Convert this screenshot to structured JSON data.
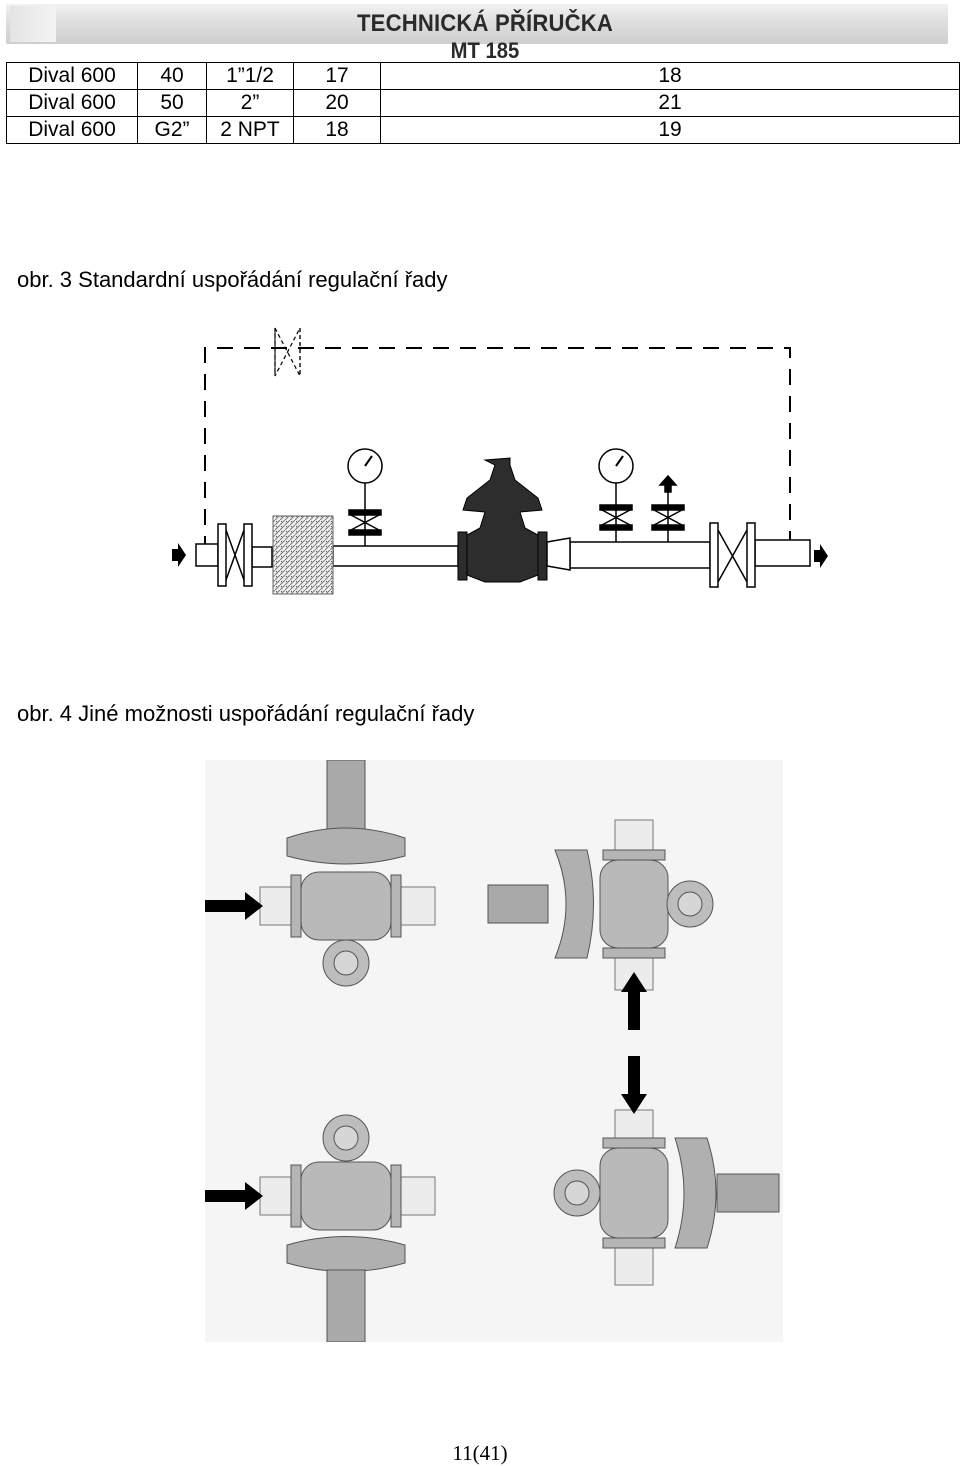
{
  "header": {
    "title": "TECHNICKÁ PŘÍRUČKA",
    "subtitle": "MT 185"
  },
  "table": {
    "rows": [
      [
        "Dival 600",
        "40",
        "1”1/2",
        "17",
        "18"
      ],
      [
        "Dival 600",
        "50",
        "2”",
        "20",
        "21"
      ],
      [
        "Dival 600",
        "G2”",
        "2 NPT",
        "18",
        "19"
      ]
    ]
  },
  "figures": {
    "fig3_caption": "obr. 3 Standardní uspořádání regulační řady",
    "fig4_caption": "obr. 4 Jiné možnosti uspořádání regulační řady"
  },
  "footer": {
    "page": "11(41)"
  },
  "colors": {
    "line": "#000000",
    "regulator_fill": "#333333",
    "pipe_fill": "#d9d9d9",
    "arrow": "#000000",
    "figure_bg": "#f5f5f5"
  }
}
